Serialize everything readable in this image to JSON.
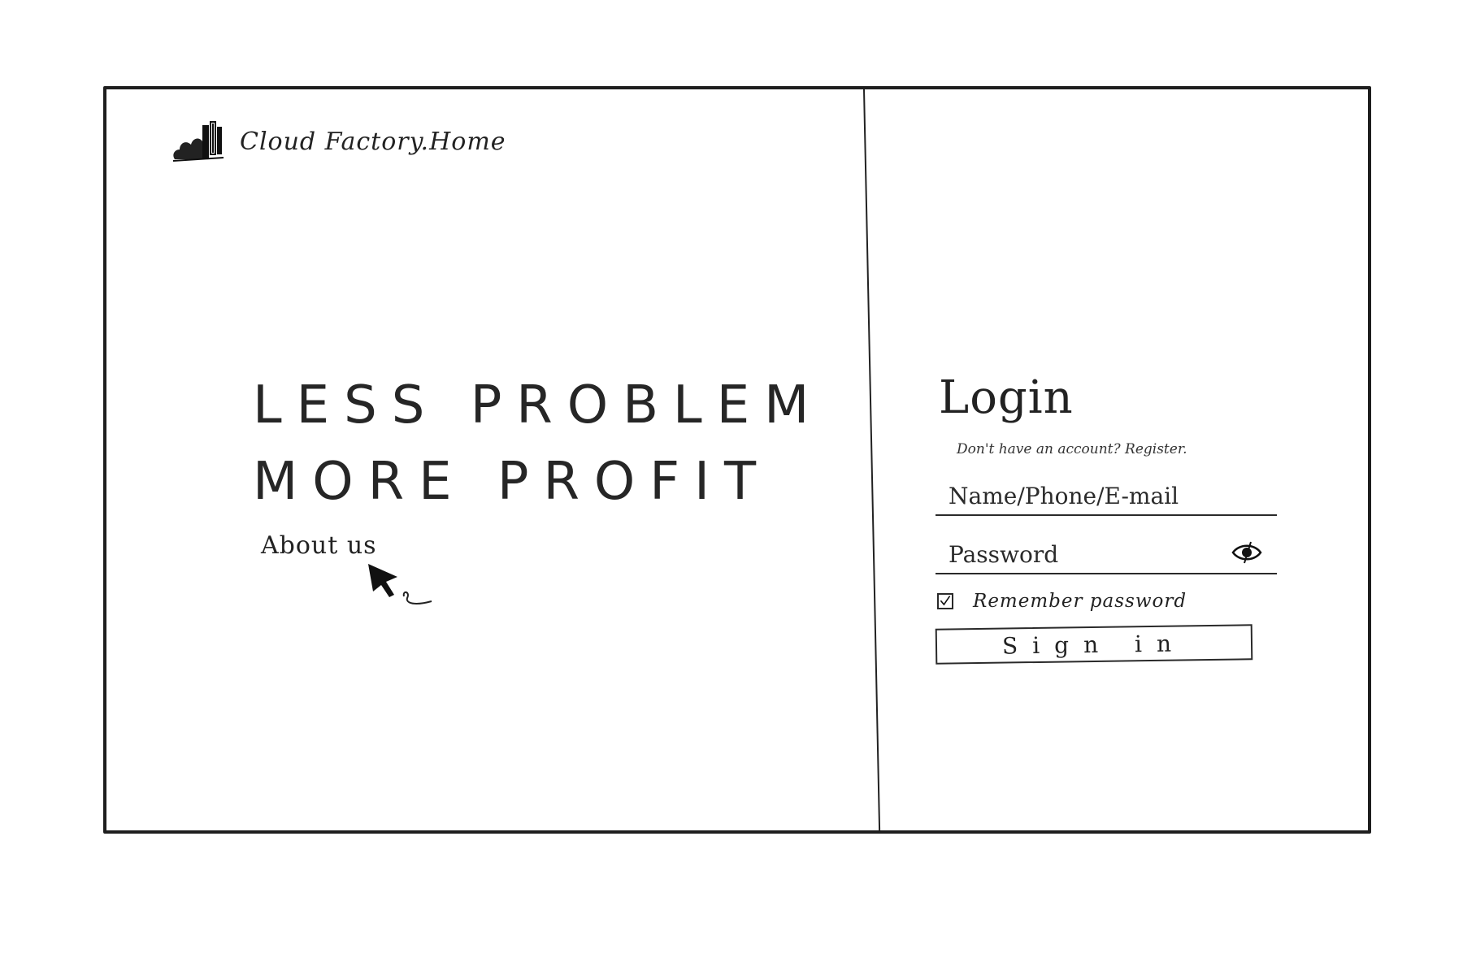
{
  "brand": {
    "name": "Cloud Factory.Home",
    "logo_icon": "building-logo-icon"
  },
  "hero": {
    "line1": "LESS PROBLEM",
    "line2": "MORE PROFIT",
    "about_link": "About us"
  },
  "login": {
    "title": "Login",
    "no_account_text": "Don't have an account?",
    "register_link": "Register.",
    "identity_placeholder": "Name/Phone/E-mail",
    "password_placeholder": "Password",
    "show_password_icon": "eye-icon",
    "remember_label": "Remember password",
    "remember_checked": true,
    "signin_label": "Sign in"
  }
}
